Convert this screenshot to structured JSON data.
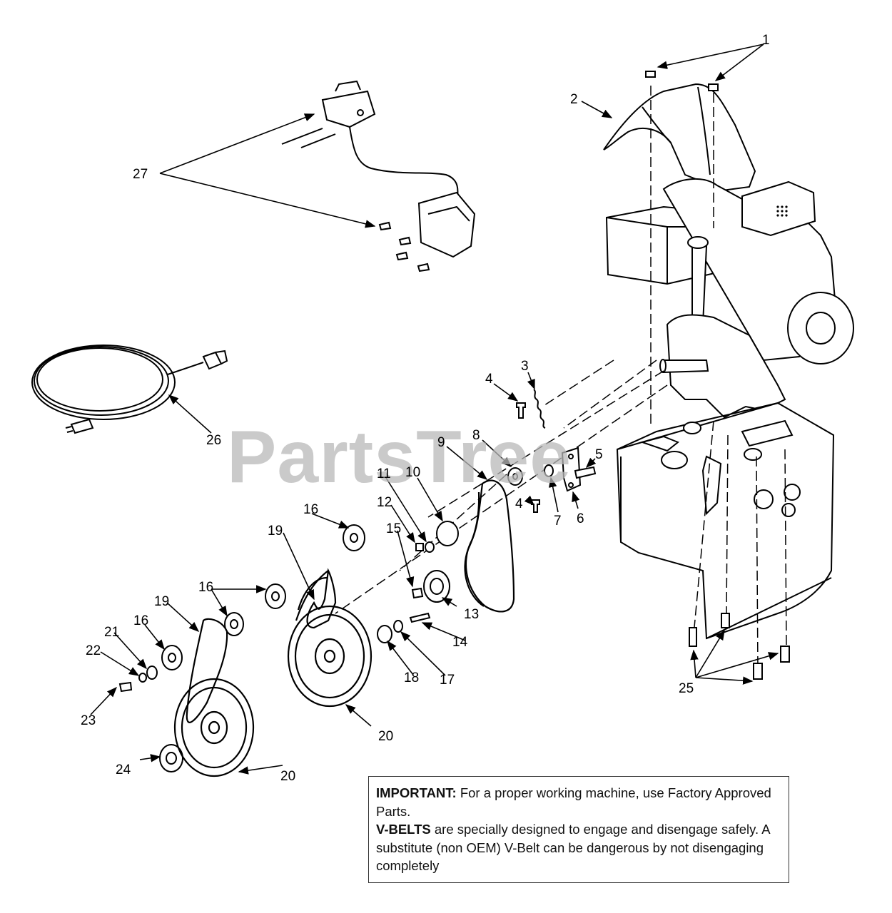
{
  "watermark": "PartsTree",
  "labels": {
    "l1": "1",
    "l2": "2",
    "l3": "3",
    "l4a": "4",
    "l4b": "4",
    "l5": "5",
    "l6": "6",
    "l7": "7",
    "l8": "8",
    "l9": "9",
    "l10": "10",
    "l11": "11",
    "l12": "12",
    "l13": "13",
    "l14": "14",
    "l15": "15",
    "l16a": "16",
    "l16b": "16",
    "l16c": "16",
    "l17": "17",
    "l18": "18",
    "l19a": "19",
    "l19b": "19",
    "l20a": "20",
    "l20b": "20",
    "l21": "21",
    "l22": "22",
    "l23": "23",
    "l24": "24",
    "l25": "25",
    "l26": "26",
    "l27": "27"
  },
  "notice": {
    "important_label": "IMPORTANT:",
    "important_text": " For  a proper working machine, use Factory Approved Parts.",
    "vbelts_label": "V-BELTS",
    "vbelts_text": "  are specially designed to engage and disengage safely.  A substitute (non OEM) V-Belt can be dangerous by not disengaging completely"
  }
}
